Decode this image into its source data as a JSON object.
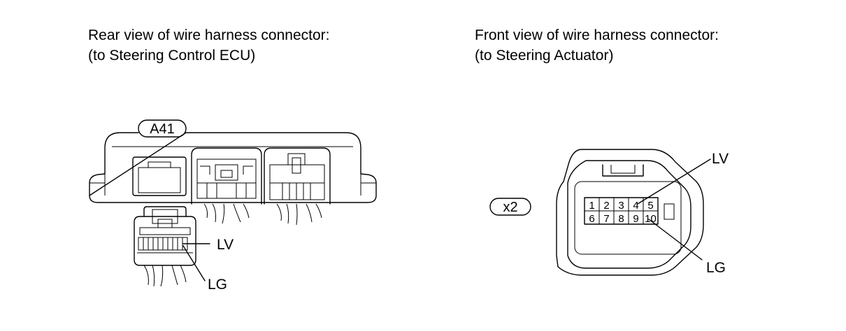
{
  "left_view": {
    "caption_line1": "Rear view of wire harness connector:",
    "caption_line2": "(to Steering Control ECU)",
    "connector_id": "A41",
    "pin_labels": [
      "LV",
      "LG"
    ]
  },
  "right_view": {
    "caption_line1": "Front view of wire harness connector:",
    "caption_line2": "(to Steering Actuator)",
    "connector_id": "x2",
    "pins_top": [
      "1",
      "2",
      "3",
      "4",
      "5"
    ],
    "pins_bottom": [
      "6",
      "7",
      "8",
      "9",
      "10"
    ],
    "pin_labels": [
      "LV",
      "LG"
    ]
  }
}
